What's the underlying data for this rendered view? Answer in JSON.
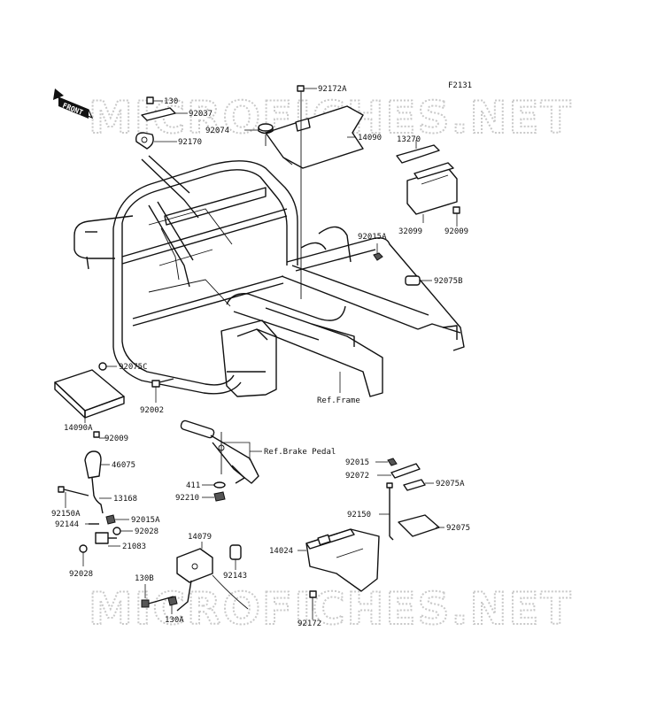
{
  "diagram": {
    "figure_code": "F2131",
    "watermark_top": "MICROFICHES.NET",
    "watermark_bottom": "MICROFICHES.NET",
    "front_badge": "FRONT"
  },
  "labels": {
    "p130": "130",
    "p92037": "92037",
    "p92170": "92170",
    "p92172A": "92172A",
    "p92074": "92074",
    "p14090": "14090",
    "p13270": "13270",
    "p32099": "32099",
    "p92009a": "92009",
    "p92015A_top": "92015A",
    "p92075B": "92075B",
    "p92075C": "92075C",
    "p14090A": "14090A",
    "p92009b": "92009",
    "p92002": "92002",
    "ref_frame": "Ref.Frame",
    "ref_brake": "Ref.Brake Pedal",
    "p46075": "46075",
    "p13168": "13168",
    "p92150A": "92150A",
    "p92015A_low": "92015A",
    "p92144": "92144",
    "p92028a": "92028",
    "p21083": "21083",
    "p92028b": "92028",
    "p411": "411",
    "p92210": "92210",
    "p92015": "92015",
    "p92072": "92072",
    "p92075A": "92075A",
    "p92150": "92150",
    "p92075": "92075",
    "p14079": "14079",
    "p14024": "14024",
    "p92143": "92143",
    "p130B": "130B",
    "p130A": "130A",
    "p92172": "92172"
  }
}
